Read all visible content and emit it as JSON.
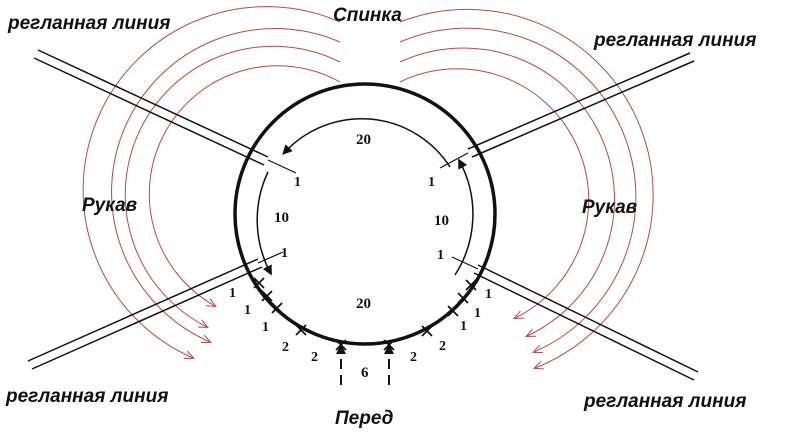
{
  "labels": {
    "top_left": "регланная линия",
    "top_right": "регланная линия",
    "bottom_left": "регланная линия",
    "bottom_right": "регланная линия",
    "back": "Спинка",
    "front": "Перед",
    "sleeve_left": "Рукав",
    "sleeve_right": "Рукав"
  },
  "inner_numbers": {
    "top_20": "20",
    "bottom_20": "20",
    "left_1_top": "1",
    "left_10": "10",
    "left_1_bottom": "1",
    "right_1_top": "1",
    "right_10": "10",
    "right_1_bottom": "1"
  },
  "front_increase_numbers": {
    "left": [
      "1",
      "1",
      "1",
      "2",
      "2"
    ],
    "center": "6",
    "right": [
      "2",
      "2",
      "1",
      "1",
      "1"
    ]
  },
  "colors": {
    "lines": "#111111",
    "red_arcs": "#b44a4a",
    "background": "#ffffff"
  }
}
